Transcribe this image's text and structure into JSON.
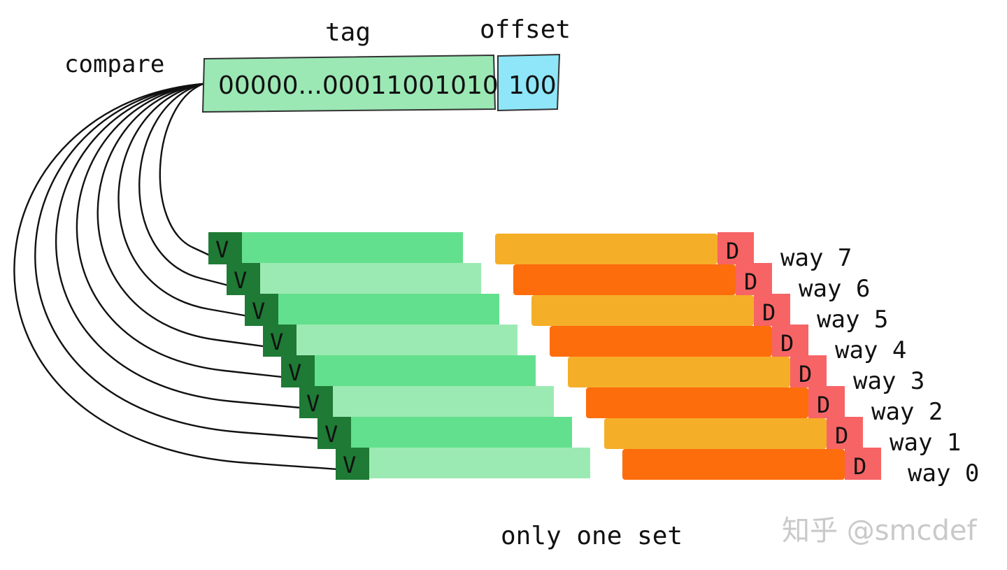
{
  "labels": {
    "compare": "compare",
    "tag": "tag",
    "offset": "offset",
    "footer": "only one set",
    "watermark": "知乎 @smcdef"
  },
  "address": {
    "tag_bits": "00000...00011001010",
    "offset_bits": "100"
  },
  "colors": {
    "tag_fill": "#9be8b4",
    "offset_fill": "#8ee6f8",
    "valid_fill": "#1e7a34",
    "tag_row_dark": "#63e08d",
    "tag_row_light": "#9ceab3",
    "data_row_amber": "#f5ae28",
    "data_row_orange": "#fd6d0c",
    "dirty_fill": "#f76465"
  },
  "ways": [
    {
      "name": "way 7",
      "valid": "V",
      "dirty": "D"
    },
    {
      "name": "way 6",
      "valid": "V",
      "dirty": "D"
    },
    {
      "name": "way 5",
      "valid": "V",
      "dirty": "D"
    },
    {
      "name": "way 4",
      "valid": "V",
      "dirty": "D"
    },
    {
      "name": "way 3",
      "valid": "V",
      "dirty": "D"
    },
    {
      "name": "way 2",
      "valid": "V",
      "dirty": "D"
    },
    {
      "name": "way 1",
      "valid": "V",
      "dirty": "D"
    },
    {
      "name": "way 0",
      "valid": "V",
      "dirty": "D"
    }
  ]
}
